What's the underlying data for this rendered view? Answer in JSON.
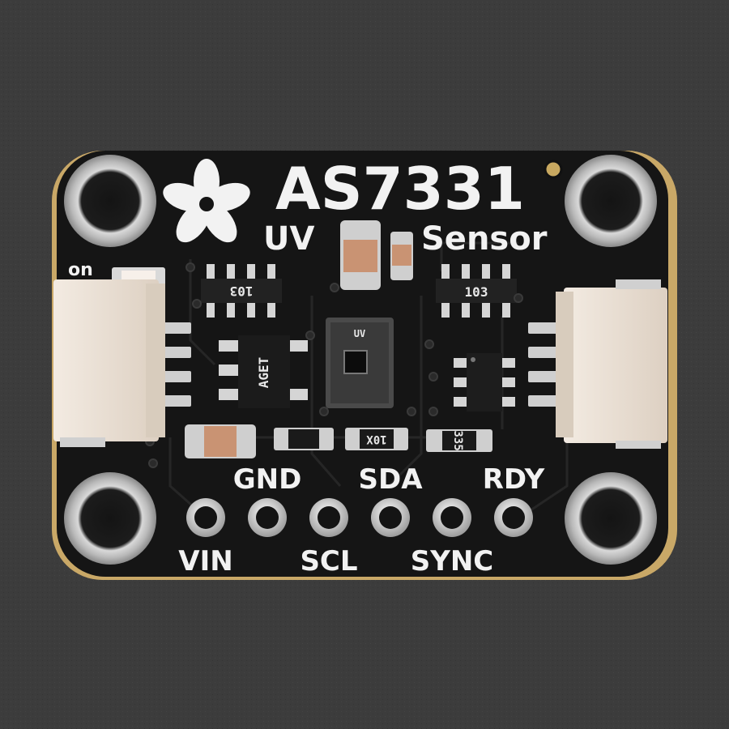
{
  "board": {
    "title": "AS7331",
    "subtitle_uv": "UV",
    "subtitle_sensor": "Sensor",
    "led_label": "on",
    "resistor_left_code": "103",
    "resistor_right_code": "103",
    "regulator_marking": "AGET",
    "sensor_marking": "UV",
    "cap_code": "10X",
    "resistor_bottom_code": "335",
    "logo": "flower-logo"
  },
  "pins": {
    "top_labels": [
      "GND",
      "SDA",
      "RDY"
    ],
    "bottom_labels": [
      "VIN",
      "SCL",
      "SYNC"
    ]
  },
  "colors": {
    "background": "#3c3c3c",
    "pcb": "#151515",
    "silkscreen": "#f2f2f2",
    "gold": "#c8a860",
    "connector": "#e9ddd0"
  }
}
